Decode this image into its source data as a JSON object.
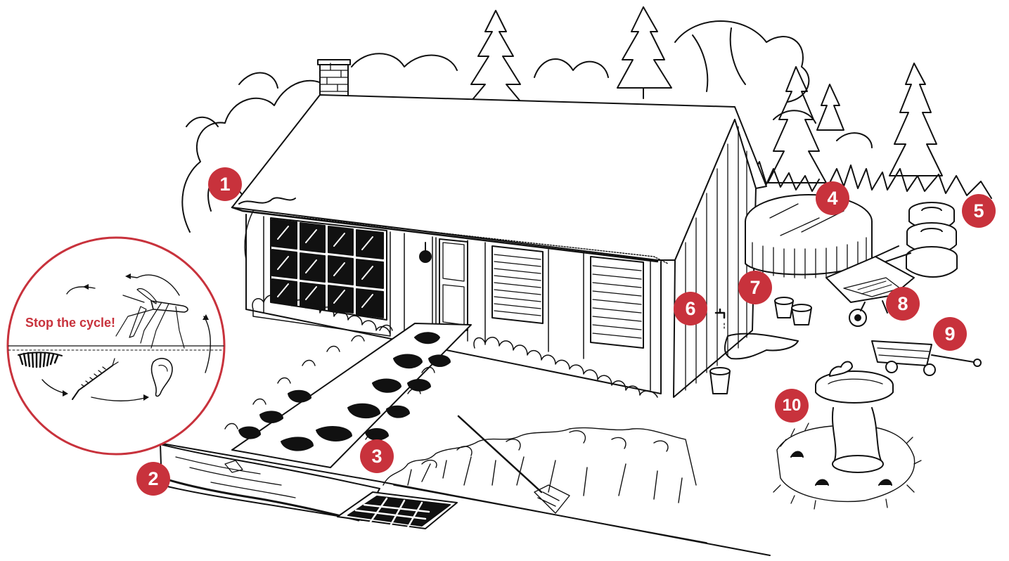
{
  "colors": {
    "accent": "#c8323c",
    "ink": "#111111",
    "paper": "#ffffff"
  },
  "cycle_inset": {
    "label": "Stop the cycle!",
    "stages": [
      "egg-raft-icon",
      "larva-icon",
      "pupa-icon",
      "adult-mosquito-icon"
    ]
  },
  "markers": [
    {
      "id": "1",
      "label": "1",
      "depicts": "clogged-rain-gutter"
    },
    {
      "id": "2",
      "label": "2",
      "depicts": "plastic-tarp"
    },
    {
      "id": "3",
      "label": "3",
      "depicts": "walkway-puddle"
    },
    {
      "id": "4",
      "label": "4",
      "depicts": "covered-pool"
    },
    {
      "id": "5",
      "label": "5",
      "depicts": "stacked-tires"
    },
    {
      "id": "6",
      "label": "6",
      "depicts": "leaky-faucet"
    },
    {
      "id": "7",
      "label": "7",
      "depicts": "buckets"
    },
    {
      "id": "8",
      "label": "8",
      "depicts": "wheelbarrow"
    },
    {
      "id": "9",
      "label": "9",
      "depicts": "wagon"
    },
    {
      "id": "10",
      "label": "10",
      "depicts": "bird-bath"
    }
  ]
}
